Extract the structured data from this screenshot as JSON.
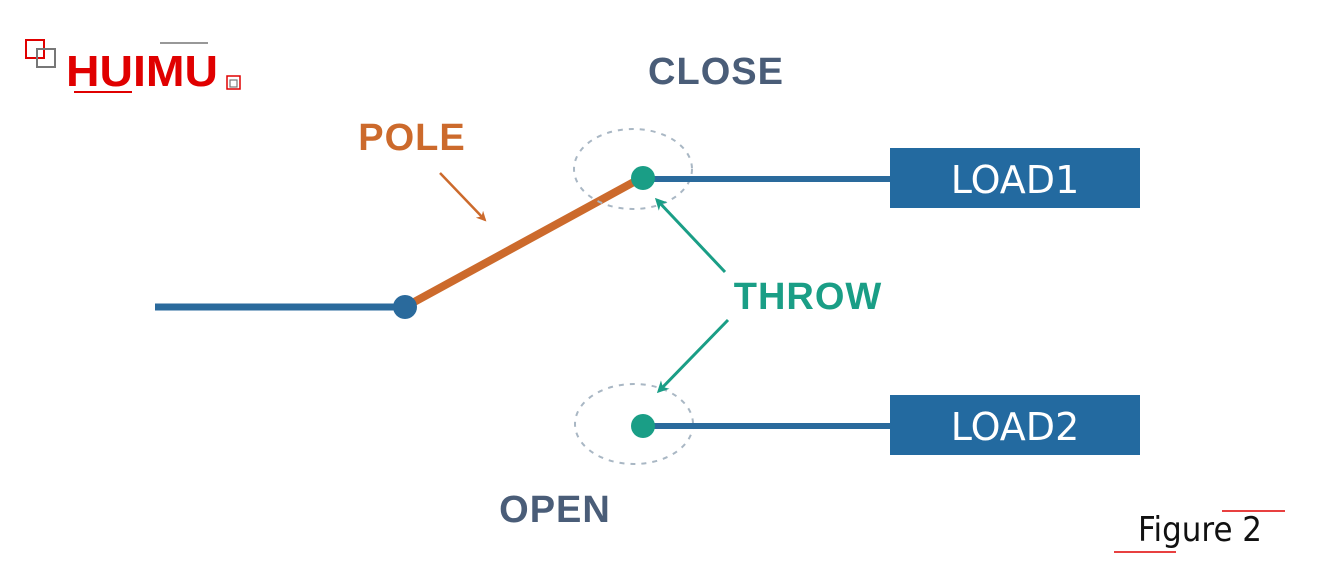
{
  "logo": {
    "text": "HUIMU"
  },
  "labels": {
    "close": "CLOSE",
    "pole": "POLE",
    "throw": "THROW",
    "open": "OPEN"
  },
  "loads": [
    {
      "label": "LOAD1"
    },
    {
      "label": "LOAD2"
    }
  ],
  "figure": {
    "caption": "Figure 2"
  },
  "colors": {
    "wire_blue": "#2a6a9c",
    "pole_orange": "#cc6a2c",
    "throw_teal": "#1a9e86",
    "label_gray_blue": "#4a5d78",
    "load_box": "#236aa0",
    "logo_red": "#e00000",
    "dash_gray": "#a9b7c4"
  }
}
